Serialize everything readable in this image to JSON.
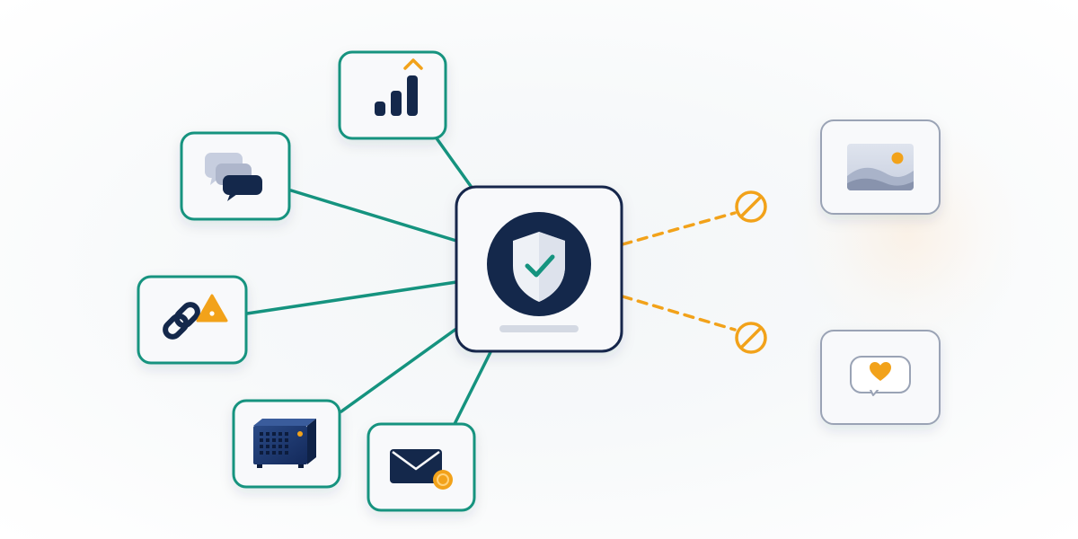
{
  "colors": {
    "teal": "#15937f",
    "navy": "#14284b",
    "orange": "#f2a21a",
    "muted": "#9aa3b5",
    "card": "#f8f9fb"
  },
  "hub": {
    "icon": "shield-check-icon"
  },
  "connected_nodes": [
    {
      "id": "analytics",
      "icon": "signal-bars-icon"
    },
    {
      "id": "chat",
      "icon": "chat-bubbles-icon"
    },
    {
      "id": "link-warning",
      "icon": "link-warning-icon"
    },
    {
      "id": "device",
      "icon": "hardware-box-icon"
    },
    {
      "id": "email",
      "icon": "envelope-icon"
    }
  ],
  "blocked_nodes": [
    {
      "id": "image",
      "icon": "image-icon"
    },
    {
      "id": "favorite",
      "icon": "heart-message-icon"
    }
  ],
  "blocked_marker": "no-symbol-icon"
}
